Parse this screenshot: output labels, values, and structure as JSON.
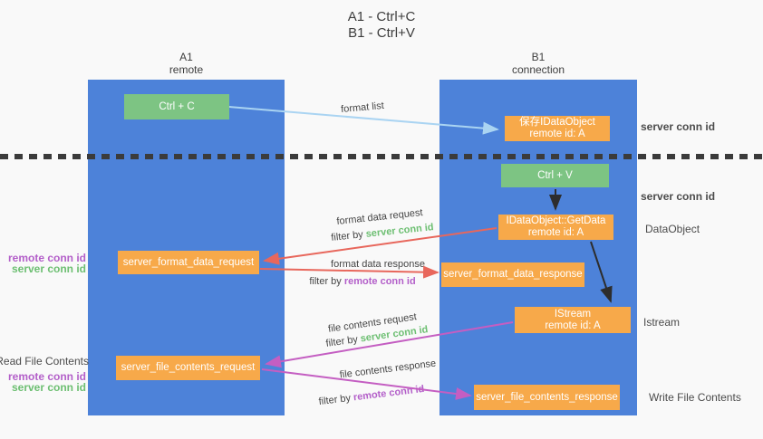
{
  "title": {
    "line1": "A1 - Ctrl+C",
    "line2": "B1 - Ctrl+V"
  },
  "columns": {
    "left": {
      "name": "A1",
      "role": "remote"
    },
    "right": {
      "name": "B1",
      "role": "connection"
    }
  },
  "nodes": {
    "ctrl_c": "Ctrl + C",
    "ctrl_v": "Ctrl + V",
    "save_idataobject": {
      "line1": "保存IDataObject",
      "line2": "remote id: A"
    },
    "getdata": {
      "line1": "IDataObject::GetData",
      "line2": "remote id: A"
    },
    "istream": {
      "line1": "IStream",
      "line2": "remote id: A"
    },
    "format_request": "server_format_data_request",
    "format_response": "server_format_data_response",
    "file_request": "server_file_contents_request",
    "file_response": "server_file_contents_response"
  },
  "flow_labels": {
    "format_list": "format list",
    "format_data_request": "format data request",
    "format_data_response": "format data response",
    "file_contents_request": "file contents request",
    "file_contents_response": "file contents response",
    "filter_by": "filter by ",
    "server_conn_id": "server conn id",
    "remote_conn_id": "remote conn id"
  },
  "side_labels": {
    "right_server_conn_id_top": "server conn id",
    "right_server_conn_id_mid": "server conn id",
    "dataobject": "DataObject",
    "istream": "Istream",
    "write_file_contents": "Write File Contents",
    "read_file_contents": "Read File Contents",
    "left_remote_conn_id_1": "remote conn id",
    "left_server_conn_id_1": "server conn id",
    "left_remote_conn_id_2": "remote conn id",
    "left_server_conn_id_2": "server conn id"
  },
  "colors": {
    "column_blue": "#4d82d9",
    "node_green": "#7dc483",
    "node_orange": "#f7a94a",
    "text_green": "#6dbf72",
    "text_purple": "#b35fc9",
    "arrow_red": "#e8675c",
    "arrow_magenta": "#c45ec2",
    "arrow_light_blue": "#aad4f2",
    "arrow_black": "#2d2d2d",
    "background": "#f9f9f9"
  }
}
